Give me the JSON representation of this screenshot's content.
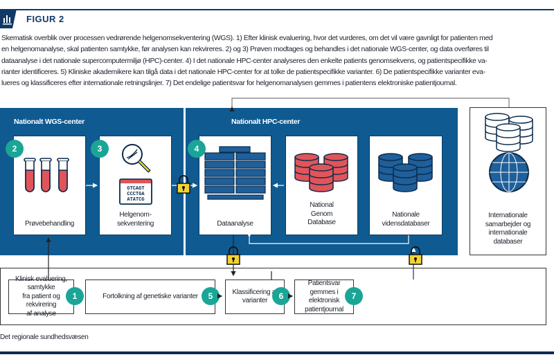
{
  "figure": {
    "title": "FIGUR 2",
    "icon": "bar-chart-icon",
    "caption_lines": [
      "Skematisk overblik over processen vedrørende helgenomsekventering (WGS). 1) Efter klinisk evaluering, hvor det vurderes, om det vil være gavnligt for patienten med",
      "en helgenomanalyse, skal patienten samtykke, før analysen kan rekvireres. 2) og 3) Prøven modtages og behandles i det nationale WGS-center, og data overføres til",
      "dataanalyse i det nationale supercomputermiljø (HPC)-center. 4) I det nationale HPC-center analyseres den enkelte patients genomsekvens, og patientspecifikke va-",
      "rianter identificeres. 5) Kliniske akademikere kan tilgå data i det nationale HPC-center for at tolke de patientspecifikke varianter. 6) De patientspecifikke varianter eva-",
      "lueres og klassificeres efter internationale retningslinjer. 7) Det endelige patientsvar for helgenomanalysen gemmes i patientens elektroniske patientjournal."
    ]
  },
  "wgs": {
    "title": "Nationalt WGS-center",
    "cards": [
      {
        "step": "2",
        "label": "Prøvebehandling"
      },
      {
        "step": "3",
        "label": "Helgenom-\nsekventering",
        "seq": [
          "GTCAGT",
          "CCCTGA",
          "ATATCG"
        ]
      }
    ]
  },
  "hpc": {
    "title": "Nationalt HPC-center",
    "cards": [
      {
        "step": "4",
        "label": "Dataanalyse"
      },
      {
        "label": "National\nGenom\nDatabase"
      },
      {
        "label": "Nationale\nvidensdatabaser"
      }
    ]
  },
  "international": {
    "label": "Internationale\nsamarbejder og\ninternationale\ndatabaser"
  },
  "regional": {
    "title": "Det regionale sundhedsvæsen",
    "steps": [
      {
        "step": "1",
        "label": "Klinisk evaluering, samtykke\nfra patient og rekvirering\naf analyse"
      },
      {
        "step": "5",
        "label": "Fortolkning af genetiske varianter"
      },
      {
        "step": "6",
        "label": "Klassificering af\nvarianter"
      },
      {
        "step": "7",
        "label": "Patientsvar\ngemmes i\nelektronisk patientjournal"
      }
    ]
  },
  "colors": {
    "panel": "#0f5a91",
    "badge": "#1aa596",
    "red": "#e0555a",
    "lock": "#f3d232"
  }
}
